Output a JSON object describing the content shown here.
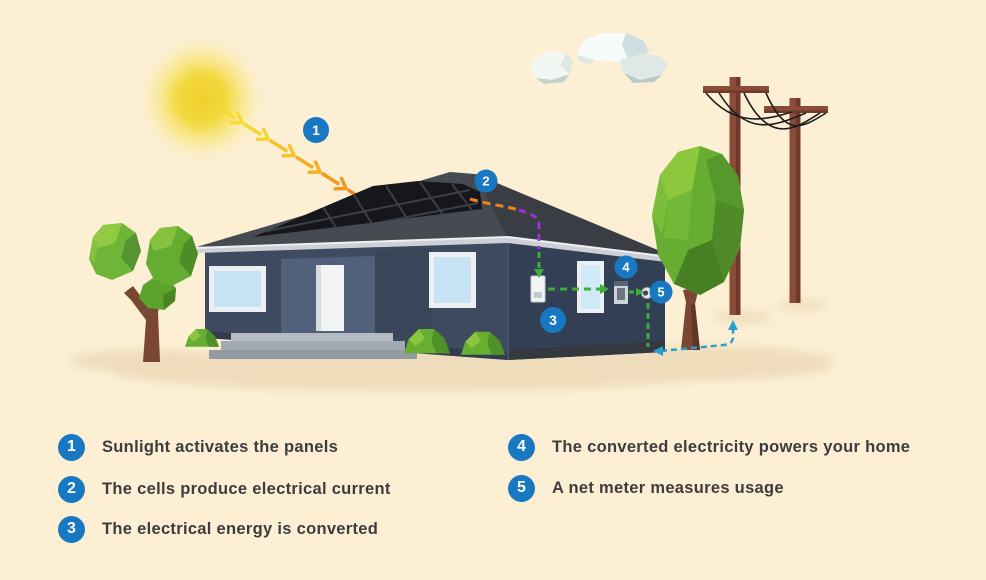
{
  "scene": {
    "markers": [
      {
        "num": "1"
      },
      {
        "num": "2"
      },
      {
        "num": "3"
      },
      {
        "num": "4"
      },
      {
        "num": "5"
      }
    ]
  },
  "legend": {
    "items": [
      {
        "num": "1",
        "text": "Sunlight activates the panels"
      },
      {
        "num": "2",
        "text": "The cells produce electrical current"
      },
      {
        "num": "3",
        "text": "The electrical energy is converted"
      },
      {
        "num": "4",
        "text": "The converted electricity powers your home"
      },
      {
        "num": "5",
        "text": "A net meter measures usage"
      }
    ]
  },
  "palette": {
    "background": "#fcefd3",
    "badge_blue": "#1879c2",
    "legend_text": "#3d3d3d",
    "sun_yellow": "#f2d331",
    "ray_orange": "#ee7d15",
    "flow_green": "#3fae37",
    "flow_purple": "#9b33d8",
    "flow_teal": "#2ba0cd",
    "house_wall": "#3d4a60",
    "roof_gray": "#464a51",
    "solar_panel": "#16171b",
    "foliage_green": "#6fb537",
    "wood_brown": "#8a4c39"
  }
}
